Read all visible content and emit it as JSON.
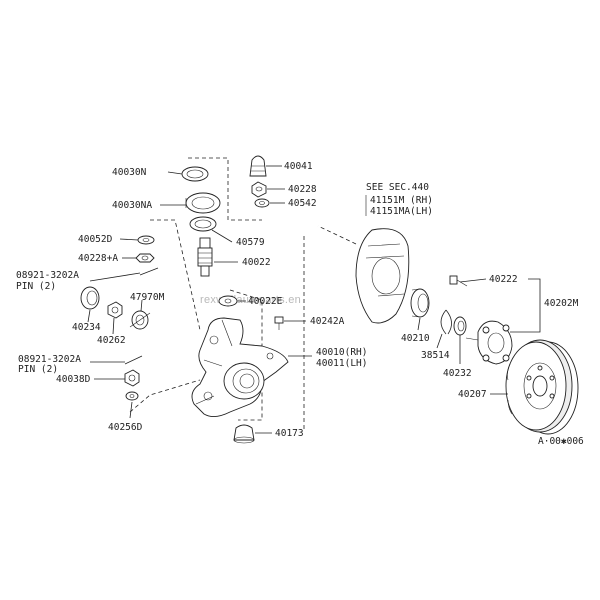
{
  "watermark": "rexwellautoparts.en",
  "diagram_code": "A·00✱006",
  "see_sec": {
    "title": "SEE SEC.440",
    "line1": "41151M (RH)",
    "line2": "41151MA(LH)"
  },
  "labels": {
    "p40030N": "40030N",
    "p40030NA": "40030NA",
    "p40052D": "40052D",
    "p40228A": "40228+A",
    "p08921a": "08921-3202A",
    "pin_a": "PIN (2)",
    "p47970M": "47970M",
    "p40234": "40234",
    "p40262": "40262",
    "p08921b": "08921-3202A",
    "pin_b": "PIN (2)",
    "p40038D": "40038D",
    "p40256D": "40256D",
    "p40041": "40041",
    "p40228": "40228",
    "p40542": "40542",
    "p40579": "40579",
    "p40022": "40022",
    "p40022E": "40022E",
    "p40242A": "40242A",
    "p40010": "40010(RH)",
    "p40011": "40011(LH)",
    "p40173": "40173",
    "p40210": "40210",
    "p38514": "38514",
    "p40232": "40232",
    "p40222": "40222",
    "p40202M": "40202M",
    "p40207": "40207"
  }
}
